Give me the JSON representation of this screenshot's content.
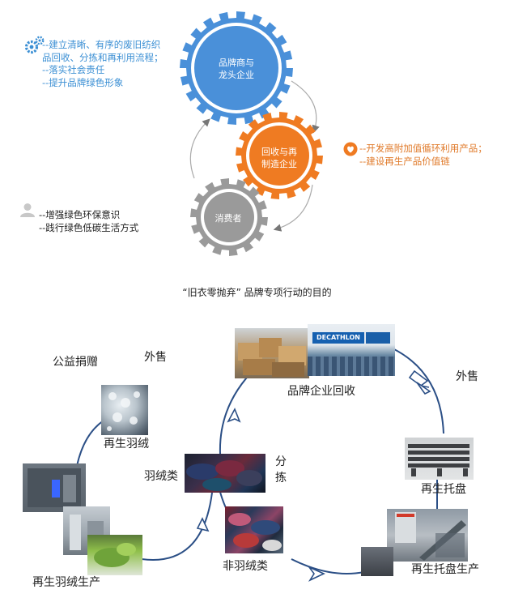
{
  "top": {
    "gears": {
      "brand": "品牌商与\n龙头企业",
      "recycle": "回收与再\n制造企业",
      "consumer": "消费者"
    },
    "brand_text": "--建立清晰、有序的废旧纺织\n品回收、分拣和再利用流程；\n--落实社会责任\n--提升品牌绿色形象",
    "recycle_text": "--开发高附加值循环利用产品；\n--建设再生产品价值链",
    "consumer_text": "--增强绿色环保意识\n--践行绿色低碳生活方式",
    "caption": "“旧衣零抛弃” 品牌专项行动的目的"
  },
  "cycle": {
    "brand_recycle": "品牌企业回收",
    "sell_right": "外售",
    "recycled_pallet": "再生托盘",
    "pallet_production": "再生托盘生产",
    "non_down": "非羽绒类",
    "down": "羽绒类",
    "sort": "分\n拣",
    "recycled_down": "再生羽绒",
    "charity": "公益捐赠",
    "sell_left": "外售",
    "down_production": "再生羽绒生产",
    "store_sign": "DECATHLON"
  },
  "colors": {
    "blue": "#4a90d9",
    "orange": "#ef7b22",
    "gray": "#9a9a9a",
    "cycle_line": "#2b4f86"
  }
}
